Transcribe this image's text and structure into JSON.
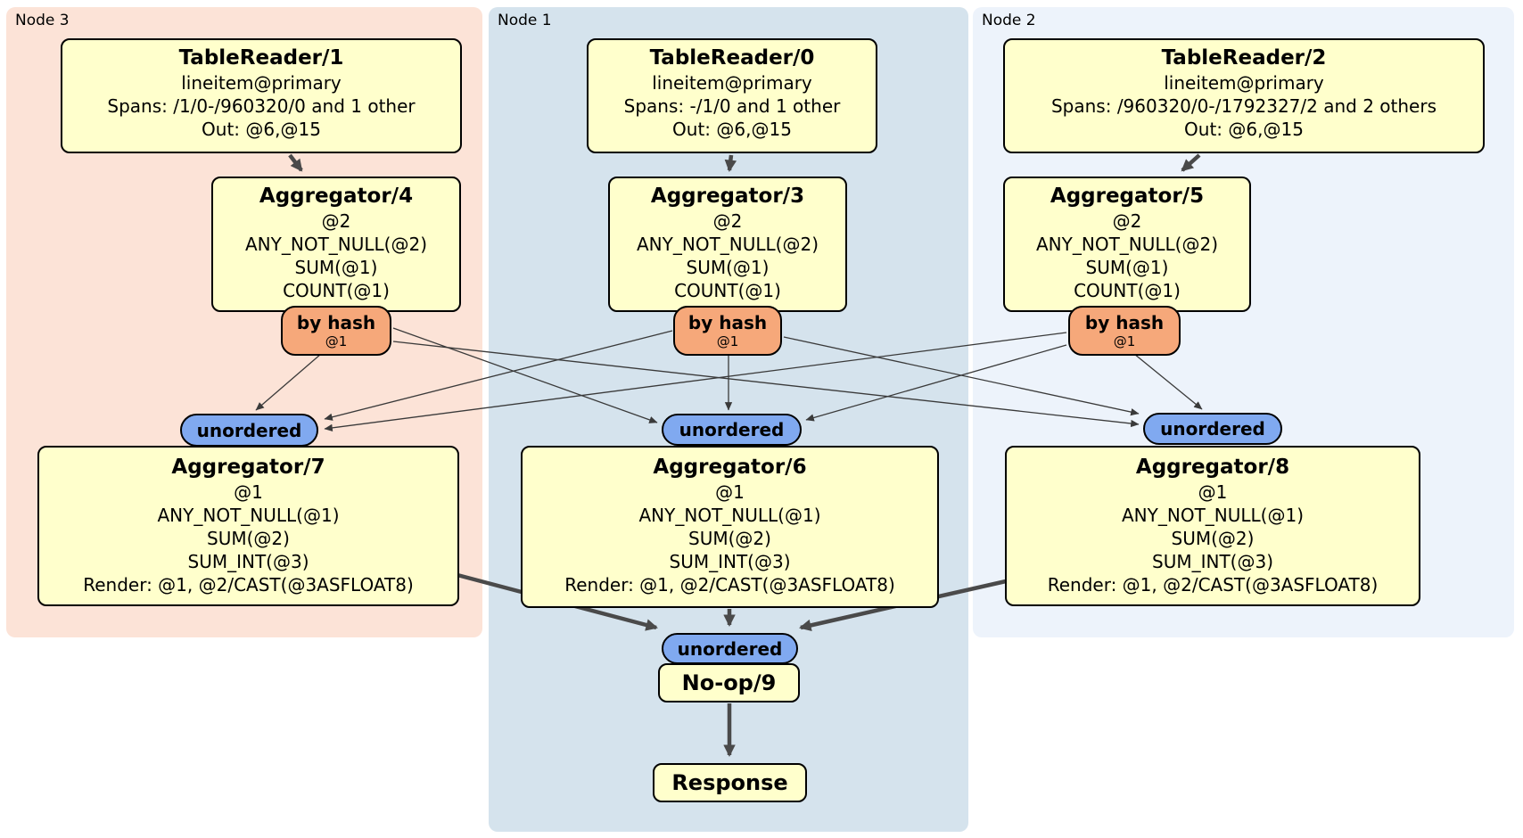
{
  "nodes": [
    {
      "label": "Node 3",
      "table_reader": {
        "title": "TableReader/1",
        "lines": [
          "lineitem@primary",
          "Spans: /1/0-/960320/0 and 1 other",
          "Out: @6,@15"
        ]
      },
      "first_aggregator": {
        "title": "Aggregator/4",
        "lines": [
          "@2",
          "ANY_NOT_NULL(@2)",
          "SUM(@1)",
          "COUNT(@1)"
        ]
      },
      "router": {
        "label": "by hash",
        "detail": "@1"
      },
      "stream": "unordered",
      "second_aggregator": {
        "title": "Aggregator/7",
        "lines": [
          "@1",
          "ANY_NOT_NULL(@1)",
          "SUM(@2)",
          "SUM_INT(@3)",
          "Render: @1, @2/CAST(@3ASFLOAT8)"
        ]
      }
    },
    {
      "label": "Node 1",
      "table_reader": {
        "title": "TableReader/0",
        "lines": [
          "lineitem@primary",
          "Spans: -/1/0 and 1 other",
          "Out: @6,@15"
        ]
      },
      "first_aggregator": {
        "title": "Aggregator/3",
        "lines": [
          "@2",
          "ANY_NOT_NULL(@2)",
          "SUM(@1)",
          "COUNT(@1)"
        ]
      },
      "router": {
        "label": "by hash",
        "detail": "@1"
      },
      "stream": "unordered",
      "second_aggregator": {
        "title": "Aggregator/6",
        "lines": [
          "@1",
          "ANY_NOT_NULL(@1)",
          "SUM(@2)",
          "SUM_INT(@3)",
          "Render: @1, @2/CAST(@3ASFLOAT8)"
        ]
      }
    },
    {
      "label": "Node 2",
      "table_reader": {
        "title": "TableReader/2",
        "lines": [
          "lineitem@primary",
          "Spans: /960320/0-/1792327/2 and 2 others",
          "Out: @6,@15"
        ]
      },
      "first_aggregator": {
        "title": "Aggregator/5",
        "lines": [
          "@2",
          "ANY_NOT_NULL(@2)",
          "SUM(@1)",
          "COUNT(@1)"
        ]
      },
      "router": {
        "label": "by hash",
        "detail": "@1"
      },
      "stream": "unordered",
      "second_aggregator": {
        "title": "Aggregator/8",
        "lines": [
          "@1",
          "ANY_NOT_NULL(@1)",
          "SUM(@2)",
          "SUM_INT(@3)",
          "Render: @1, @2/CAST(@3ASFLOAT8)"
        ]
      }
    }
  ],
  "final_stage": {
    "stream": "unordered",
    "noop_title": "No-op/9",
    "response_title": "Response"
  },
  "edges": [
    {
      "from": "TableReader/1",
      "to": "Aggregator/4"
    },
    {
      "from": "TableReader/0",
      "to": "Aggregator/3"
    },
    {
      "from": "TableReader/2",
      "to": "Aggregator/5"
    },
    {
      "from": "Aggregator/4",
      "via": "by hash @1",
      "to": [
        "Aggregator/7",
        "Aggregator/6",
        "Aggregator/8"
      ]
    },
    {
      "from": "Aggregator/3",
      "via": "by hash @1",
      "to": [
        "Aggregator/7",
        "Aggregator/6",
        "Aggregator/8"
      ]
    },
    {
      "from": "Aggregator/5",
      "via": "by hash @1",
      "to": [
        "Aggregator/7",
        "Aggregator/6",
        "Aggregator/8"
      ]
    },
    {
      "from": "Aggregator/7",
      "via": "unordered",
      "to": [
        "No-op/9"
      ]
    },
    {
      "from": "Aggregator/6",
      "via": "unordered",
      "to": [
        "No-op/9"
      ]
    },
    {
      "from": "Aggregator/8",
      "via": "unordered",
      "to": [
        "No-op/9"
      ]
    },
    {
      "from": "No-op/9",
      "to": "Response"
    }
  ],
  "colors": {
    "node3_background": "#FCE3D7",
    "node1_background": "#D5E3ED",
    "node2_background": "#EDF3FB",
    "processor_box": "#FFFFCC",
    "router_pill": "#F6A87A",
    "stream_pill": "#80A9F0",
    "edge": "#4A4A4A"
  }
}
